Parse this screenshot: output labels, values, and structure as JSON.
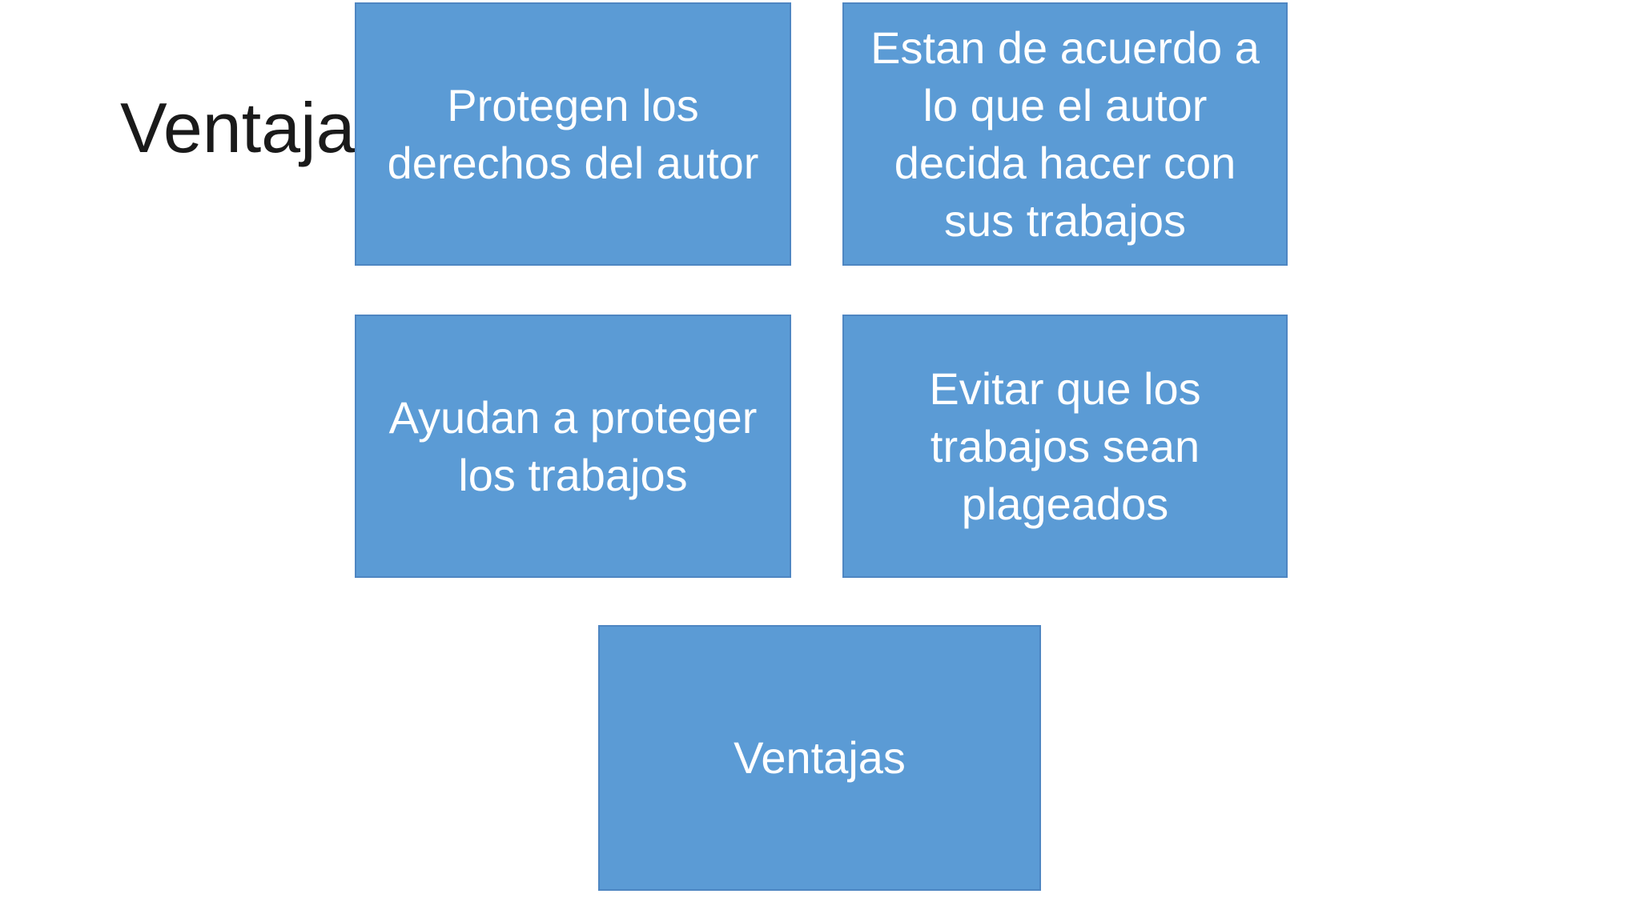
{
  "slide": {
    "title": "Ventaja",
    "boxes": [
      {
        "name": "protegen-derechos",
        "lines": [
          "Protegen los",
          "derechos del autor"
        ]
      },
      {
        "name": "acuerdo-autor",
        "lines": [
          "Estan de acuerdo a",
          "lo que el autor",
          "decida hacer con",
          "sus trabajos"
        ]
      },
      {
        "name": "ayudan-proteger",
        "lines": [
          "Ayudan a proteger",
          "los trabajos"
        ]
      },
      {
        "name": "evitar-plagio",
        "lines": [
          "Evitar que los",
          "trabajos sean",
          "plageados"
        ]
      },
      {
        "name": "ventajas",
        "lines": [
          "Ventajas"
        ]
      }
    ],
    "colors": {
      "background": "#ffffff",
      "box_fill": "#5b9bd5",
      "box_border": "#4e86c2",
      "box_text": "#ffffff",
      "title_text": "#1a1a1a"
    }
  }
}
